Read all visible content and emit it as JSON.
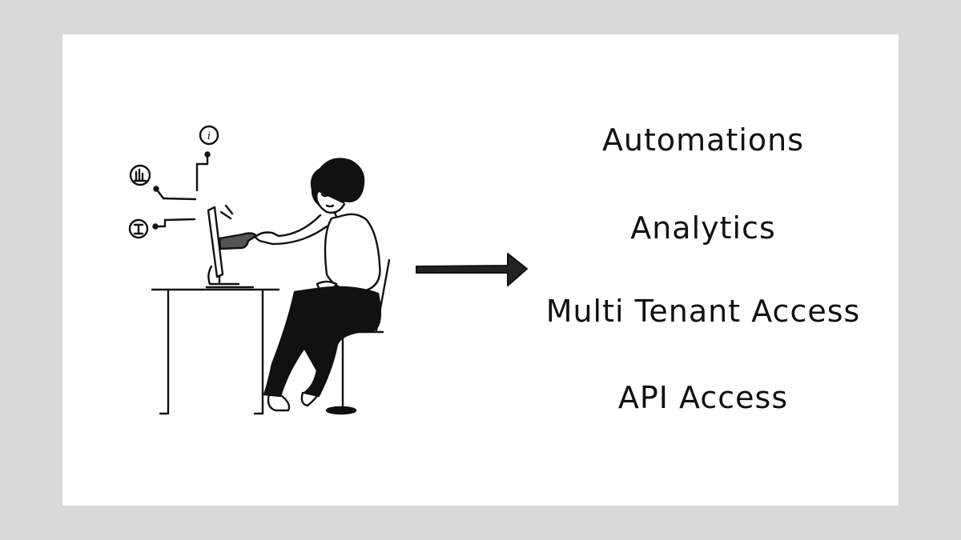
{
  "features": [
    "Automations",
    "Analytics",
    "Multi Tenant Access",
    "API Access"
  ],
  "icons": {
    "info": "info-icon",
    "chart": "bar-chart-icon",
    "text": "text-cursor-icon"
  },
  "colors": {
    "background": "#d9d9d9",
    "card": "#ffffff",
    "ink": "#111111"
  }
}
